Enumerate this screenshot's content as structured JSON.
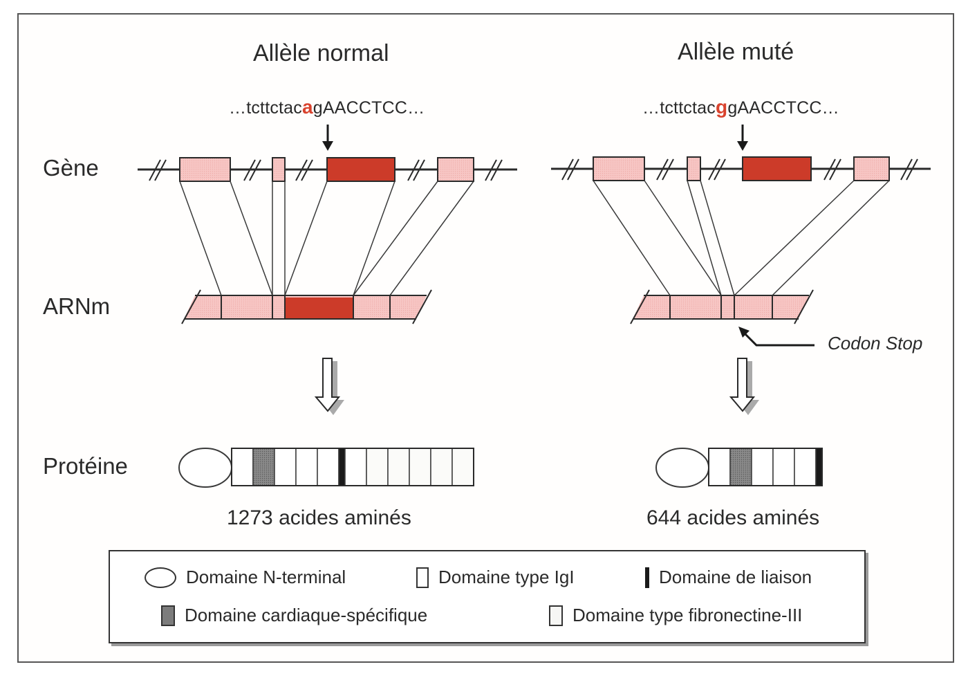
{
  "colors": {
    "exon_light": "#f6c2c2",
    "exon_dark": "#cc3b29",
    "mutation_base": "#d9432e",
    "line": "#2a2a2a",
    "cardiac_domain": "#7c7c7c",
    "linker_domain": "#1a1a1a"
  },
  "row_labels": {
    "gene": "Gène",
    "mrna": "ARNm",
    "protein": "Protéine"
  },
  "normal": {
    "title": "Allèle normal",
    "sequence_prefix": "…tcttctac",
    "mutated_base": "a",
    "sequence_suffix": "gAACCTCC…",
    "protein_length_label": "1273 acides aminés",
    "gene_exons": [
      "light",
      "light",
      "dark",
      "light"
    ],
    "mrna_segments": [
      "light",
      "light",
      "light",
      "dark",
      "light",
      "light"
    ],
    "protein_domains": [
      "igl",
      "cardiac",
      "igl",
      "igl",
      "igl",
      "linker",
      "igl",
      "fn3",
      "fn3",
      "fn3",
      "fn3",
      "fn3"
    ]
  },
  "mutant": {
    "title": "Allèle muté",
    "sequence_prefix": "…tcttctac",
    "mutated_base": "g",
    "sequence_suffix": "gAACCTCC…",
    "protein_length_label": "644 acides aminés",
    "codon_stop_label": "Codon Stop",
    "gene_exons": [
      "light",
      "light",
      "dark",
      "light"
    ],
    "mrna_segments": [
      "light",
      "light",
      "light",
      "light",
      "light"
    ],
    "protein_domains": [
      "igl",
      "cardiac",
      "igl",
      "igl",
      "igl",
      "linker"
    ]
  },
  "legend": {
    "items": [
      {
        "symbol": "oval",
        "label": "Domaine N-terminal"
      },
      {
        "symbol": "igl",
        "label": "Domaine type IgI"
      },
      {
        "symbol": "linker",
        "label": "Domaine de liaison"
      },
      {
        "symbol": "cardiac",
        "label": "Domaine cardiaque-spécifique"
      },
      {
        "symbol": "fn3",
        "label": "Domaine type fibronectine-III"
      }
    ]
  }
}
